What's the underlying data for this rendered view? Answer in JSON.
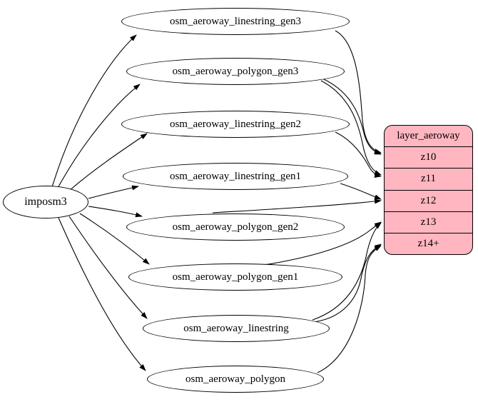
{
  "diagram": {
    "background": "#ffffff",
    "edge_color": "#000000",
    "source": {
      "label": "imposm3"
    },
    "tables": [
      {
        "label": "osm_aeroway_linestring_gen3"
      },
      {
        "label": "osm_aeroway_polygon_gen3"
      },
      {
        "label": "osm_aeroway_linestring_gen2"
      },
      {
        "label": "osm_aeroway_linestring_gen1"
      },
      {
        "label": "osm_aeroway_polygon_gen2"
      },
      {
        "label": "osm_aeroway_polygon_gen1"
      },
      {
        "label": "osm_aeroway_linestring"
      },
      {
        "label": "osm_aeroway_polygon"
      }
    ],
    "layer": {
      "title": "layer_aeroway",
      "zoom_rows": [
        "z10",
        "z11",
        "z12",
        "z13",
        "z14+"
      ],
      "fill": "#FFB6C1",
      "stroke": "#000000"
    },
    "edges": [
      {
        "from": "imposm3",
        "to": "osm_aeroway_linestring_gen3"
      },
      {
        "from": "imposm3",
        "to": "osm_aeroway_polygon_gen3"
      },
      {
        "from": "imposm3",
        "to": "osm_aeroway_linestring_gen2"
      },
      {
        "from": "imposm3",
        "to": "osm_aeroway_linestring_gen1"
      },
      {
        "from": "imposm3",
        "to": "osm_aeroway_polygon_gen2"
      },
      {
        "from": "imposm3",
        "to": "osm_aeroway_polygon_gen1"
      },
      {
        "from": "imposm3",
        "to": "osm_aeroway_linestring"
      },
      {
        "from": "imposm3",
        "to": "osm_aeroway_polygon"
      },
      {
        "from": "osm_aeroway_linestring_gen3",
        "to": "z10"
      },
      {
        "from": "osm_aeroway_polygon_gen3",
        "to": "z10"
      },
      {
        "from": "osm_aeroway_polygon_gen3",
        "to": "z11"
      },
      {
        "from": "osm_aeroway_linestring_gen2",
        "to": "z11"
      },
      {
        "from": "osm_aeroway_linestring_gen1",
        "to": "z12"
      },
      {
        "from": "osm_aeroway_polygon_gen2",
        "to": "z12"
      },
      {
        "from": "osm_aeroway_linestring",
        "to": "z13"
      },
      {
        "from": "osm_aeroway_polygon_gen1",
        "to": "z13"
      },
      {
        "from": "osm_aeroway_linestring",
        "to": "z14+"
      },
      {
        "from": "osm_aeroway_polygon",
        "to": "z14+"
      }
    ]
  }
}
